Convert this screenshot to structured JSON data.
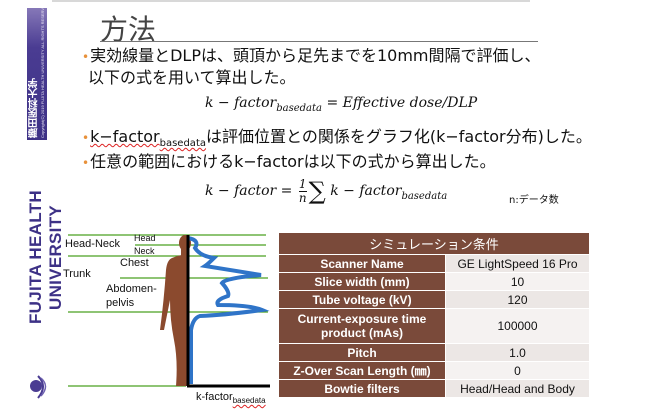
{
  "sidebar": {
    "jp_name": "藤田医科大学",
    "university": "FUJITA HEALTH UNIVERSITY",
    "copyright": "Copyright(C) 2019 FUJITA HEALTH UNIVERSITY ALL RIGHTS RESERVED"
  },
  "title": "方法",
  "bullets": [
    {
      "text": "実効線量とDLPは、頭頂から足先までを10mm間隔で評価し、"
    },
    {
      "text": "以下の式を用いて算出した。"
    },
    {
      "prefix": "k−factor",
      "sub": "basedata",
      "text": "は評価位置との関係をグラフ化(k−factor分布)した。"
    },
    {
      "text": "任意の範囲におけるk−factorは以下の式から算出した。"
    }
  ],
  "eq1": {
    "lhs": "k − factor",
    "lhs_sub": "basedata",
    "rhs": " = Effective dose/DLP"
  },
  "eq2": {
    "lhs": "k − factor = ",
    "num": "1",
    "den": "n",
    "sigma": "∑",
    "rhs": "k − factor",
    "rhs_sub": "basedata"
  },
  "eq2_note": "n:データ数",
  "diagram": {
    "labels": {
      "head_neck": "Head-Neck",
      "head": "Head",
      "neck": "Neck",
      "chest": "Chest",
      "trunk": "Trunk",
      "abdomen": "Abdomen-",
      "pelvis": "pelvis",
      "axis": "k-factor",
      "axis_sub": "basedata"
    },
    "colors": {
      "lines": "#4aa021",
      "curve": "#2f74c8",
      "body": "#8b4a2e"
    }
  },
  "table": {
    "title": "シミュレーション条件",
    "rows": [
      {
        "label": "Scanner Name",
        "value": "GE LightSpeed 16 Pro"
      },
      {
        "label": "Slice width (mm)",
        "value": "10"
      },
      {
        "label": "Tube voltage (kV)",
        "value": "120"
      },
      {
        "label": "Current-exposure time product (mAs)",
        "value": "100000"
      },
      {
        "label": "Pitch",
        "value": "1.0"
      },
      {
        "label": "Z-Over Scan Length (㎜)",
        "value": "0"
      },
      {
        "label": "Bowtie filters",
        "value": "Head/Head and Body"
      }
    ]
  }
}
